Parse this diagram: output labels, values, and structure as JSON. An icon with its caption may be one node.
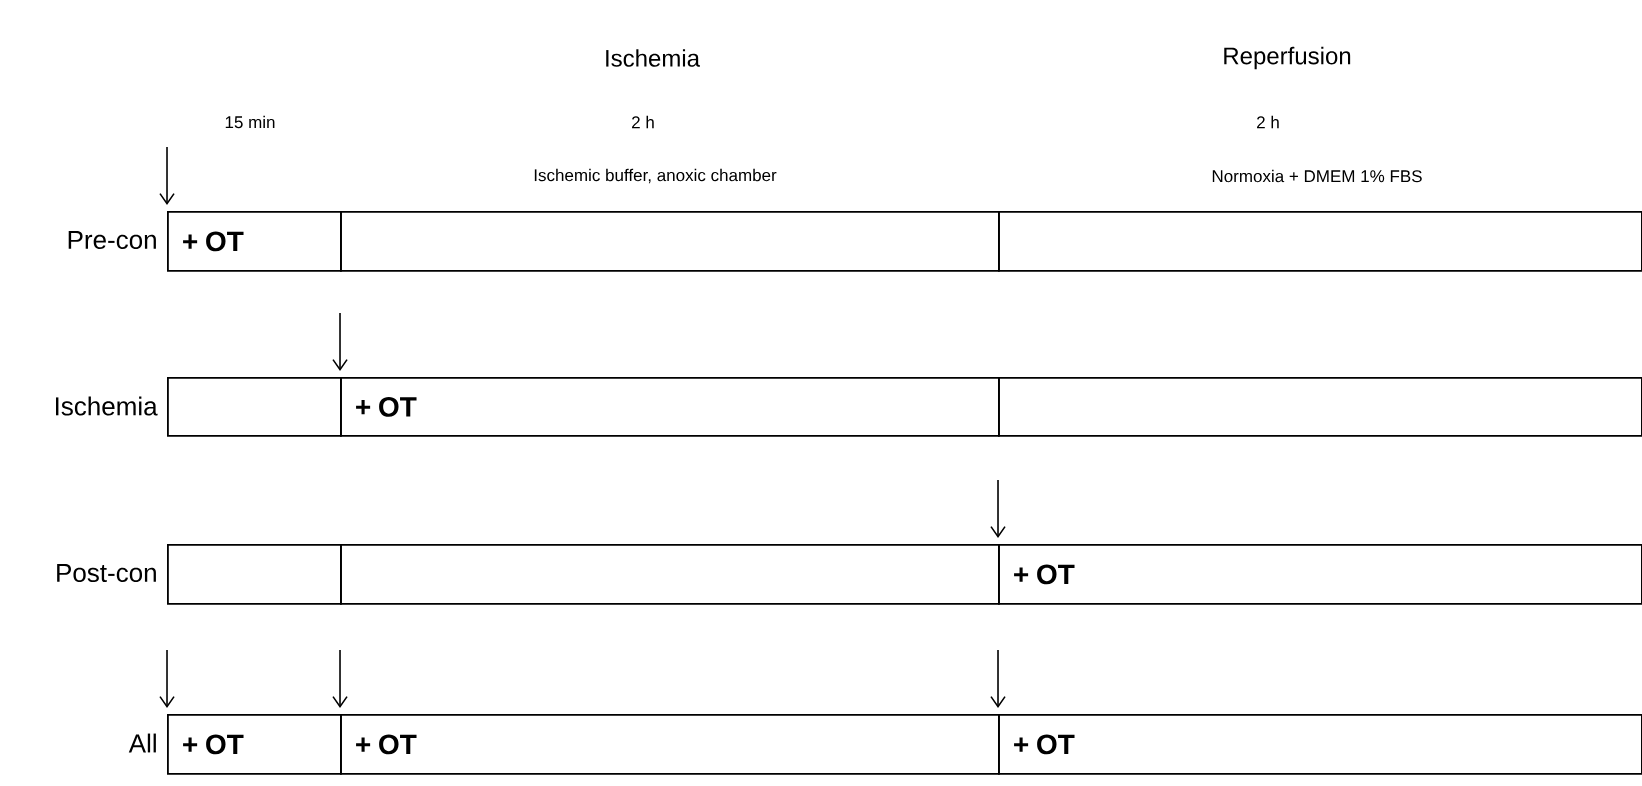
{
  "diagram": {
    "nodes": [
      {
        "text": [
          "+ OT"
        ]
      },
      {
        "text": [],
        "shape": "box"
      },
      {
        "text": [],
        "shape": "box"
      },
      {
        "text": [],
        "shape": "box"
      },
      {
        "text": [
          "+ OT"
        ]
      },
      {
        "text": [],
        "shape": "box"
      },
      {
        "text": [],
        "shape": "box"
      },
      {
        "text": [],
        "shape": "box"
      },
      {
        "text": [
          "+ OT"
        ]
      },
      {
        "text": [
          "+ OT"
        ]
      },
      {
        "text": [
          "+ OT"
        ]
      },
      {
        "text": [
          "+ OT"
        ]
      }
    ],
    "edges": [
      {
        "from": null,
        "to": 0,
        "arrow": "to"
      },
      {
        "from": null,
        "to": 4,
        "arrow": "to"
      },
      {
        "from": null,
        "to": 8,
        "arrow": "to"
      },
      {
        "from": null,
        "to": 9,
        "arrow": "to"
      },
      {
        "from": null,
        "to": 10,
        "arrow": "to"
      },
      {
        "from": null,
        "to": 11,
        "arrow": "to"
      }
    ],
    "labels": [
      "Ischemia",
      "Reperfusion",
      "15 min",
      "2 h",
      "2 h",
      "Ischemic buffer, anoxic chamber",
      "Normoxia + DMEM 1% FBS",
      "Pre-con",
      "Ischemia",
      "Post-con",
      "All"
    ]
  }
}
